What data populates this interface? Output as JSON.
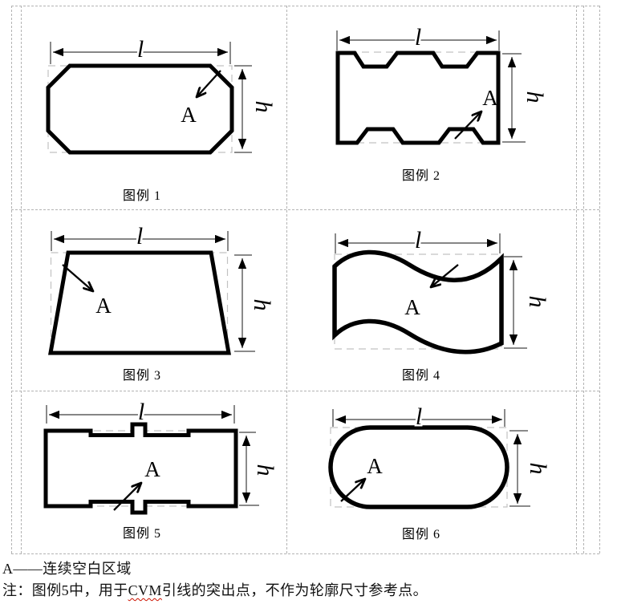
{
  "figures": [
    {
      "caption": "图例 1",
      "dim_length": "l",
      "dim_height": "h",
      "area": "A",
      "shape": "chamfered-rectangle"
    },
    {
      "caption": "图例 2",
      "dim_length": "l",
      "dim_height": "h",
      "area": "A",
      "shape": "rectangle-with-trapezoid-notches"
    },
    {
      "caption": "图例 3",
      "dim_length": "l",
      "dim_height": "h",
      "area": "A",
      "shape": "trapezoid"
    },
    {
      "caption": "图例 4",
      "dim_length": "l",
      "dim_height": "h",
      "area": "A",
      "shape": "wavy-band"
    },
    {
      "caption": "图例 5",
      "dim_length": "l",
      "dim_height": "h",
      "area": "A",
      "shape": "rectangle-with-center-tabs"
    },
    {
      "caption": "图例 6",
      "dim_length": "l",
      "dim_height": "h",
      "area": "A",
      "shape": "stadium"
    }
  ],
  "legend_line": "A——连续空白区域",
  "note": {
    "prefix": "注：图例5中，用于",
    "highlighted_term": "CVM",
    "suffix": "引线的突出点，不作为轮廓尺寸参考点。"
  },
  "colors": {
    "outline": "#000000",
    "dimension_line": "#3d3d3d",
    "extension_line": "#8a8a8a",
    "table_gridline": "#b3b3b3",
    "bounding_dash": "#c2c2c2",
    "spellcheck_squiggle": "#cc1100",
    "text": "#111111",
    "background": "#ffffff"
  }
}
